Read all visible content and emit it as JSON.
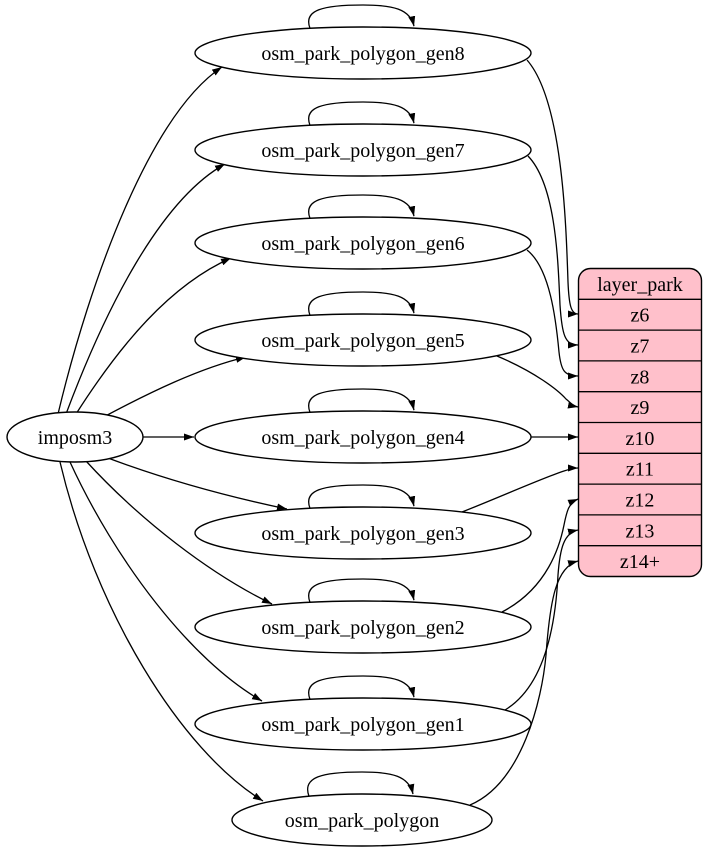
{
  "diagram": {
    "source": {
      "id": "imposm3",
      "label": "imposm3"
    },
    "tables": [
      {
        "id": "osm_park_polygon_gen8",
        "label": "osm_park_polygon_gen8"
      },
      {
        "id": "osm_park_polygon_gen7",
        "label": "osm_park_polygon_gen7"
      },
      {
        "id": "osm_park_polygon_gen6",
        "label": "osm_park_polygon_gen6"
      },
      {
        "id": "osm_park_polygon_gen5",
        "label": "osm_park_polygon_gen5"
      },
      {
        "id": "osm_park_polygon_gen4",
        "label": "osm_park_polygon_gen4"
      },
      {
        "id": "osm_park_polygon_gen3",
        "label": "osm_park_polygon_gen3"
      },
      {
        "id": "osm_park_polygon_gen2",
        "label": "osm_park_polygon_gen2"
      },
      {
        "id": "osm_park_polygon_gen1",
        "label": "osm_park_polygon_gen1"
      },
      {
        "id": "osm_park_polygon",
        "label": "osm_park_polygon"
      }
    ],
    "layer": {
      "id": "layer_park",
      "title": "layer_park",
      "rows": [
        {
          "id": "z6",
          "label": "z6"
        },
        {
          "id": "z7",
          "label": "z7"
        },
        {
          "id": "z8",
          "label": "z8"
        },
        {
          "id": "z9",
          "label": "z9"
        },
        {
          "id": "z10",
          "label": "z10"
        },
        {
          "id": "z11",
          "label": "z11"
        },
        {
          "id": "z12",
          "label": "z12"
        },
        {
          "id": "z13",
          "label": "z13"
        },
        {
          "id": "z14plus",
          "label": "z14+"
        }
      ]
    },
    "edges": [
      {
        "from": "imposm3",
        "to": "osm_park_polygon_gen8"
      },
      {
        "from": "imposm3",
        "to": "osm_park_polygon_gen7"
      },
      {
        "from": "imposm3",
        "to": "osm_park_polygon_gen6"
      },
      {
        "from": "imposm3",
        "to": "osm_park_polygon_gen5"
      },
      {
        "from": "imposm3",
        "to": "osm_park_polygon_gen4"
      },
      {
        "from": "imposm3",
        "to": "osm_park_polygon_gen3"
      },
      {
        "from": "imposm3",
        "to": "osm_park_polygon_gen2"
      },
      {
        "from": "imposm3",
        "to": "osm_park_polygon_gen1"
      },
      {
        "from": "imposm3",
        "to": "osm_park_polygon"
      },
      {
        "from": "osm_park_polygon_gen8",
        "to": "osm_park_polygon_gen8"
      },
      {
        "from": "osm_park_polygon_gen7",
        "to": "osm_park_polygon_gen7"
      },
      {
        "from": "osm_park_polygon_gen6",
        "to": "osm_park_polygon_gen6"
      },
      {
        "from": "osm_park_polygon_gen5",
        "to": "osm_park_polygon_gen5"
      },
      {
        "from": "osm_park_polygon_gen4",
        "to": "osm_park_polygon_gen4"
      },
      {
        "from": "osm_park_polygon_gen3",
        "to": "osm_park_polygon_gen3"
      },
      {
        "from": "osm_park_polygon_gen2",
        "to": "osm_park_polygon_gen2"
      },
      {
        "from": "osm_park_polygon_gen1",
        "to": "osm_park_polygon_gen1"
      },
      {
        "from": "osm_park_polygon",
        "to": "osm_park_polygon"
      },
      {
        "from": "osm_park_polygon_gen8",
        "to": "layer_park",
        "row": "z6"
      },
      {
        "from": "osm_park_polygon_gen7",
        "to": "layer_park",
        "row": "z7"
      },
      {
        "from": "osm_park_polygon_gen6",
        "to": "layer_park",
        "row": "z8"
      },
      {
        "from": "osm_park_polygon_gen5",
        "to": "layer_park",
        "row": "z9"
      },
      {
        "from": "osm_park_polygon_gen4",
        "to": "layer_park",
        "row": "z10"
      },
      {
        "from": "osm_park_polygon_gen3",
        "to": "layer_park",
        "row": "z11"
      },
      {
        "from": "osm_park_polygon_gen2",
        "to": "layer_park",
        "row": "z12"
      },
      {
        "from": "osm_park_polygon_gen1",
        "to": "layer_park",
        "row": "z13"
      },
      {
        "from": "osm_park_polygon",
        "to": "layer_park",
        "row": "z14plus"
      }
    ],
    "colors": {
      "layer_fill": "#ffc0cb",
      "node_fill": "#ffffff",
      "stroke": "#000000",
      "text": "#000000",
      "background": "#ffffff"
    }
  }
}
